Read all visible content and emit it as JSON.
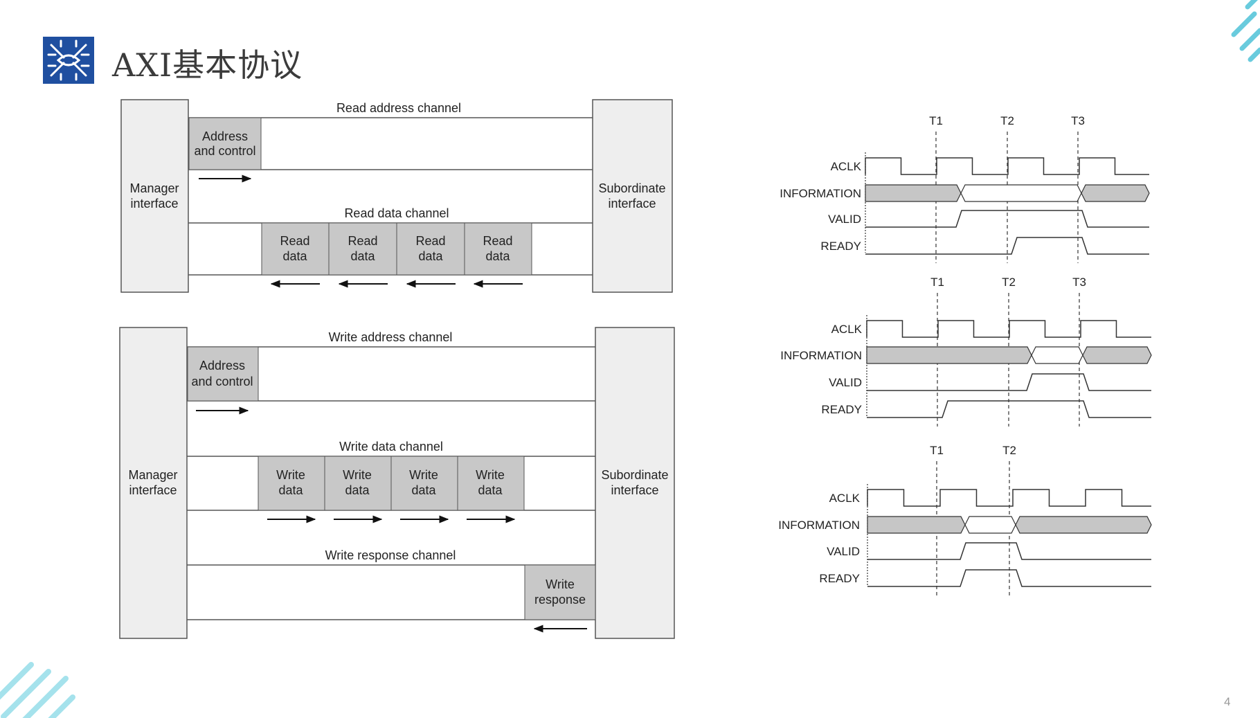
{
  "title": "AXI基本协议",
  "page_number": "4",
  "read_diagram": {
    "manager": [
      "Manager",
      "interface"
    ],
    "subordinate": [
      "Subordinate",
      "interface"
    ],
    "address_channel": "Read address channel",
    "address_box": [
      "Address",
      "and control"
    ],
    "data_channel": "Read data channel",
    "data_boxes": [
      [
        "Read",
        "data"
      ],
      [
        "Read",
        "data"
      ],
      [
        "Read",
        "data"
      ],
      [
        "Read",
        "data"
      ]
    ]
  },
  "write_diagram": {
    "manager": [
      "Manager",
      "interface"
    ],
    "subordinate": [
      "Subordinate",
      "interface"
    ],
    "address_channel": "Write address channel",
    "address_box": [
      "Address",
      "and control"
    ],
    "data_channel": "Write data channel",
    "data_boxes": [
      [
        "Write",
        "data"
      ],
      [
        "Write",
        "data"
      ],
      [
        "Write",
        "data"
      ],
      [
        "Write",
        "data"
      ]
    ],
    "response_channel": "Write response channel",
    "response_box": [
      "Write",
      "response"
    ]
  },
  "timing": {
    "signals": [
      "ACLK",
      "INFORMATION",
      "VALID",
      "READY"
    ],
    "diagrams": [
      {
        "markers": [
          "T1",
          "T2",
          "T3"
        ]
      },
      {
        "markers": [
          "T1",
          "T2",
          "T3"
        ]
      },
      {
        "markers": [
          "T1",
          "T2"
        ]
      }
    ]
  },
  "colors": {
    "box_fill": "#c8c8c8",
    "interface_fill": "#eeeeee",
    "bus_fill": "#c6c6c6",
    "logo_blue": "#1f4fa0",
    "deco_cyan": "#4fc3d8"
  }
}
